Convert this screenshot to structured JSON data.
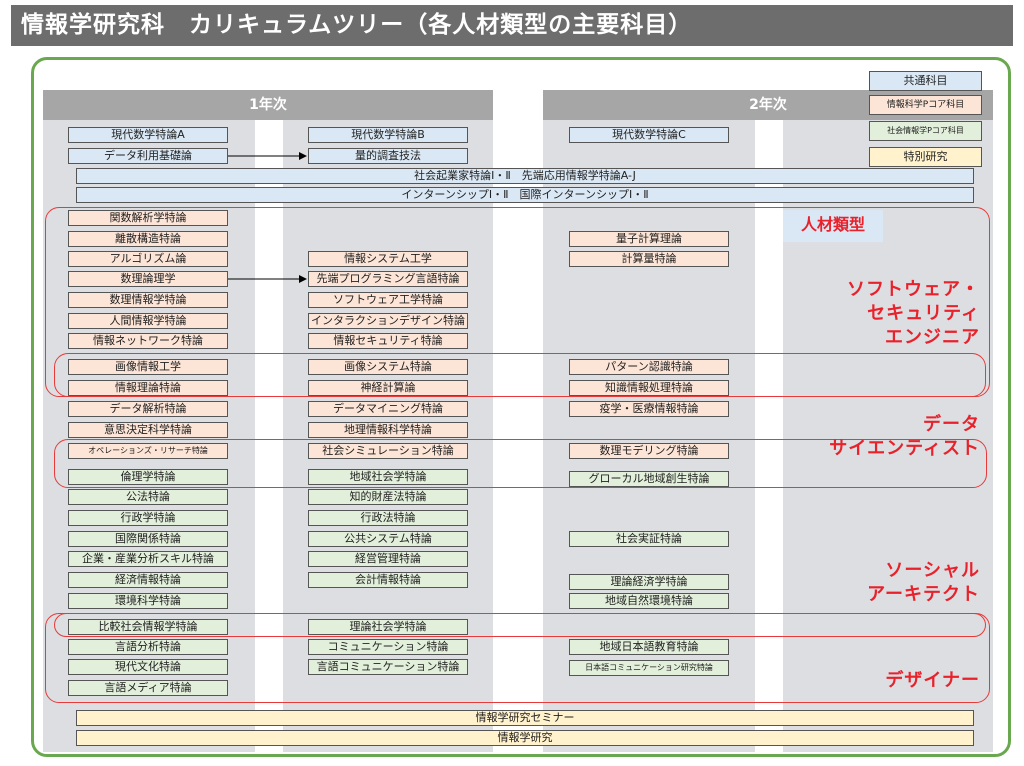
{
  "title": "情報学研究科　カリキュラムツリー（各人材類型の主要科目）",
  "year_headers": [
    "1年次",
    "2年次"
  ],
  "legend": [
    {
      "label": "共通科目",
      "color": "#dae8f5"
    },
    {
      "label": "情報科学Pコア科目",
      "color": "#fce4d6"
    },
    {
      "label": "社会情報学Pコア科目",
      "color": "#e2efda"
    },
    {
      "label": "特別研究",
      "color": "#fff2cc"
    }
  ],
  "spanning_rows": [
    "社会起業家特論Ⅰ・Ⅱ　先端応用情報学特論A-J",
    "インターンシップⅠ・Ⅱ　国際インターンシップⅠ・Ⅱ"
  ],
  "bottom_rows": [
    "情報学研究セミナー",
    "情報学研究"
  ],
  "common": {
    "col1": [
      "現代数学特論A",
      "データ利用基礎論"
    ],
    "col2": [
      "現代数学特論B",
      "量的調査技法"
    ],
    "col3": [
      "現代数学特論C"
    ]
  },
  "course_col1": [
    "関数解析学特論",
    "離散構造特論",
    "アルゴリズム論",
    "数理論理学",
    "数理情報学特論",
    "人間情報学特論",
    "情報ネットワーク特論",
    "画像情報工学",
    "情報理論特論",
    "データ解析特論",
    "意思決定科学特論",
    "オペレーションズ・リサーチ特論",
    "倫理学特論",
    "公法特論",
    "行政学特論",
    "国際関係特論",
    "企業・産業分析スキル特論",
    "経済情報特論",
    "環境科学特論",
    "比較社会情報学特論",
    "言語分析特論",
    "現代文化特論",
    "言語メディア特論"
  ],
  "course_col2": [
    "情報システム工学",
    "先端プログラミング言語特論",
    "ソフトウェア工学特論",
    "インタラクションデザイン特論",
    "情報セキュリティ特論",
    "画像システム特論",
    "神経計算論",
    "データマイニング特論",
    "地理情報科学特論",
    "社会シミュレーション特論",
    "地域社会学特論",
    "知的財産法特論",
    "行政法特論",
    "公共システム特論",
    "経営管理特論",
    "会計情報特論",
    "理論社会学特論",
    "コミュニケーション特論",
    "言語コミュニケーション特論"
  ],
  "course_col3": [
    "量子計算理論",
    "計算量特論",
    "パターン認識特論",
    "知識情報処理特論",
    "疫学・医療情報特論",
    "数理モデリング特論",
    "グローカル地域創生特論",
    "社会実証特論",
    "理論経済学特論",
    "地域自然環境特論",
    "地域日本語教育特論",
    "日本語コミュニケーション研究特論"
  ],
  "jinzai_label": "人材類型",
  "type_labels": [
    [
      "ソフトウェア・",
      "セキュリティ",
      "エンジニア"
    ],
    [
      "データ",
      "サイエンティスト"
    ],
    [
      "ソーシャル",
      "アーキテクト"
    ],
    [
      "デザイナー"
    ]
  ],
  "arrows": [
    {
      "from": "データ利用基礎論",
      "to": "量的調査技法"
    },
    {
      "from": "数理論理学",
      "to": "先端プログラミング言語特論"
    }
  ]
}
